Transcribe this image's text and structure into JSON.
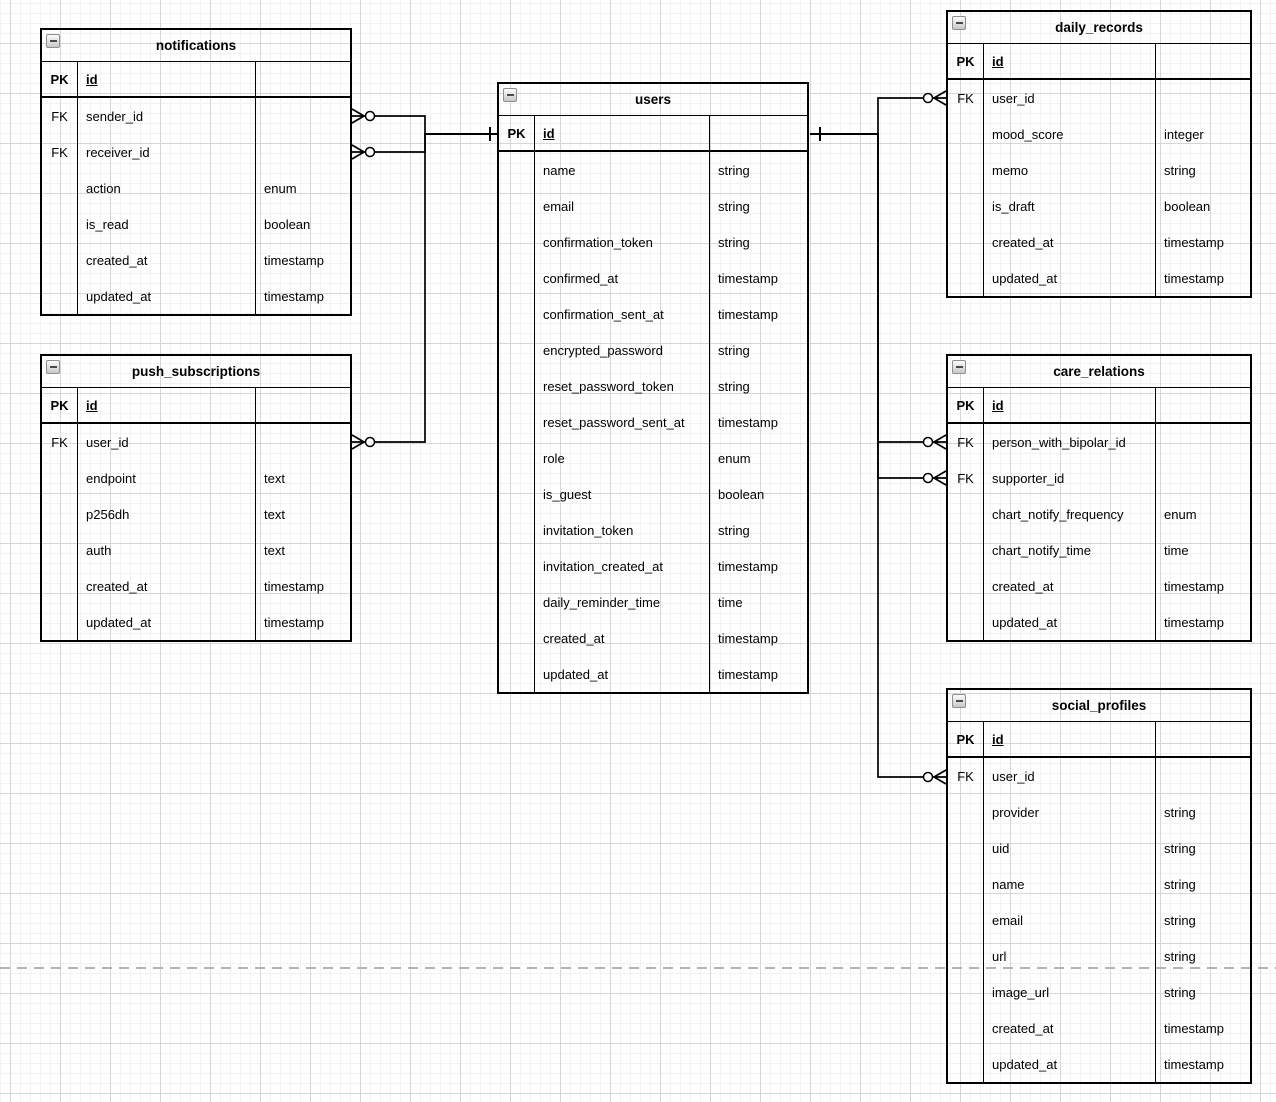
{
  "canvas": {
    "background": "#ffffff",
    "grid_minor_color": "#f2f2f2",
    "grid_major_color": "#d6d6d6",
    "page_break_color": "#b3b3b3",
    "icons": {
      "table_collapse": "minus-square"
    }
  },
  "diagram": {
    "tables": [
      {
        "id": "notifications",
        "title": "notifications",
        "rows": [
          {
            "key": "PK",
            "name": "id",
            "type": ""
          },
          {
            "key": "FK",
            "name": "sender_id",
            "type": ""
          },
          {
            "key": "FK",
            "name": "receiver_id",
            "type": ""
          },
          {
            "key": "",
            "name": "action",
            "type": "enum"
          },
          {
            "key": "",
            "name": "is_read",
            "type": "boolean"
          },
          {
            "key": "",
            "name": "created_at",
            "type": "timestamp"
          },
          {
            "key": "",
            "name": "updated_at",
            "type": "timestamp"
          }
        ]
      },
      {
        "id": "push_subscriptions",
        "title": "push_subscriptions",
        "rows": [
          {
            "key": "PK",
            "name": "id",
            "type": ""
          },
          {
            "key": "FK",
            "name": "user_id",
            "type": ""
          },
          {
            "key": "",
            "name": "endpoint",
            "type": "text"
          },
          {
            "key": "",
            "name": "p256dh",
            "type": "text"
          },
          {
            "key": "",
            "name": "auth",
            "type": "text"
          },
          {
            "key": "",
            "name": "created_at",
            "type": "timestamp"
          },
          {
            "key": "",
            "name": "updated_at",
            "type": "timestamp"
          }
        ]
      },
      {
        "id": "users",
        "title": "users",
        "rows": [
          {
            "key": "PK",
            "name": "id",
            "type": ""
          },
          {
            "key": "",
            "name": "name",
            "type": "string"
          },
          {
            "key": "",
            "name": "email",
            "type": "string"
          },
          {
            "key": "",
            "name": "confirmation_token",
            "type": "string"
          },
          {
            "key": "",
            "name": "confirmed_at",
            "type": "timestamp"
          },
          {
            "key": "",
            "name": "confirmation_sent_at",
            "type": "timestamp"
          },
          {
            "key": "",
            "name": "encrypted_password",
            "type": "string"
          },
          {
            "key": "",
            "name": "reset_password_token",
            "type": "string"
          },
          {
            "key": "",
            "name": "reset_password_sent_at",
            "type": "timestamp"
          },
          {
            "key": "",
            "name": "role",
            "type": "enum"
          },
          {
            "key": "",
            "name": "is_guest",
            "type": "boolean"
          },
          {
            "key": "",
            "name": "invitation_token",
            "type": "string"
          },
          {
            "key": "",
            "name": "invitation_created_at",
            "type": "timestamp"
          },
          {
            "key": "",
            "name": "daily_reminder_time",
            "type": "time"
          },
          {
            "key": "",
            "name": "created_at",
            "type": "timestamp"
          },
          {
            "key": "",
            "name": "updated_at",
            "type": "timestamp"
          }
        ]
      },
      {
        "id": "daily_records",
        "title": "daily_records",
        "rows": [
          {
            "key": "PK",
            "name": "id",
            "type": ""
          },
          {
            "key": "FK",
            "name": "user_id",
            "type": ""
          },
          {
            "key": "",
            "name": "mood_score",
            "type": "integer"
          },
          {
            "key": "",
            "name": "memo",
            "type": "string"
          },
          {
            "key": "",
            "name": "is_draft",
            "type": "boolean"
          },
          {
            "key": "",
            "name": "created_at",
            "type": "timestamp"
          },
          {
            "key": "",
            "name": "updated_at",
            "type": "timestamp"
          }
        ]
      },
      {
        "id": "care_relations",
        "title": "care_relations",
        "rows": [
          {
            "key": "PK",
            "name": "id",
            "type": ""
          },
          {
            "key": "FK",
            "name": "person_with_bipolar_id",
            "type": ""
          },
          {
            "key": "FK",
            "name": "supporter_id",
            "type": ""
          },
          {
            "key": "",
            "name": "chart_notify_frequency",
            "type": "enum"
          },
          {
            "key": "",
            "name": "chart_notify_time",
            "type": "time"
          },
          {
            "key": "",
            "name": "created_at",
            "type": "timestamp"
          },
          {
            "key": "",
            "name": "updated_at",
            "type": "timestamp"
          }
        ]
      },
      {
        "id": "social_profiles",
        "title": "social_profiles",
        "rows": [
          {
            "key": "PK",
            "name": "id",
            "type": ""
          },
          {
            "key": "FK",
            "name": "user_id",
            "type": ""
          },
          {
            "key": "",
            "name": "provider",
            "type": "string"
          },
          {
            "key": "",
            "name": "uid",
            "type": "string"
          },
          {
            "key": "",
            "name": "name",
            "type": "string"
          },
          {
            "key": "",
            "name": "email",
            "type": "string"
          },
          {
            "key": "",
            "name": "url",
            "type": "string"
          },
          {
            "key": "",
            "name": "image_url",
            "type": "string"
          },
          {
            "key": "",
            "name": "created_at",
            "type": "timestamp"
          },
          {
            "key": "",
            "name": "updated_at",
            "type": "timestamp"
          }
        ]
      }
    ],
    "relationships": [
      {
        "from_table": "users",
        "from_field": "id",
        "from_cardinality": "one",
        "to_table": "notifications",
        "to_field": "sender_id",
        "to_cardinality": "zero-or-many"
      },
      {
        "from_table": "users",
        "from_field": "id",
        "from_cardinality": "one",
        "to_table": "notifications",
        "to_field": "receiver_id",
        "to_cardinality": "zero-or-many"
      },
      {
        "from_table": "users",
        "from_field": "id",
        "from_cardinality": "one",
        "to_table": "push_subscriptions",
        "to_field": "user_id",
        "to_cardinality": "zero-or-many"
      },
      {
        "from_table": "users",
        "from_field": "id",
        "from_cardinality": "one",
        "to_table": "daily_records",
        "to_field": "user_id",
        "to_cardinality": "zero-or-many"
      },
      {
        "from_table": "users",
        "from_field": "id",
        "from_cardinality": "one",
        "to_table": "care_relations",
        "to_field": "person_with_bipolar_id",
        "to_cardinality": "zero-or-many"
      },
      {
        "from_table": "users",
        "from_field": "id",
        "from_cardinality": "one",
        "to_table": "care_relations",
        "to_field": "supporter_id",
        "to_cardinality": "zero-or-many"
      },
      {
        "from_table": "users",
        "from_field": "id",
        "from_cardinality": "one",
        "to_table": "social_profiles",
        "to_field": "user_id",
        "to_cardinality": "zero-or-many"
      }
    ]
  }
}
